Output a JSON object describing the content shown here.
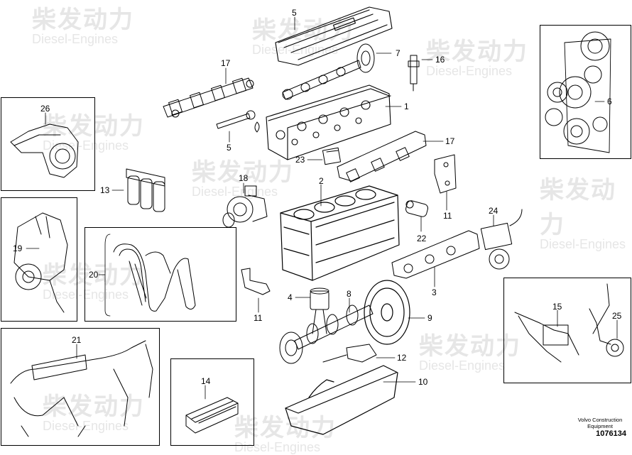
{
  "watermark": {
    "cn": "柴发动力",
    "en": "Diesel-Engines"
  },
  "caption_lines": [
    "Volvo Construction",
    "Equipment"
  ],
  "document_number": "1076134",
  "callouts": {
    "c1": "1",
    "c2": "2",
    "c3": "3",
    "c4": "4",
    "c5a": "5",
    "c5b": "5",
    "c6": "6",
    "c7": "7",
    "c8": "8",
    "c9": "9",
    "c10": "10",
    "c11a": "11",
    "c11b": "11",
    "c12": "12",
    "c13": "13",
    "c14": "14",
    "c15": "15",
    "c16": "16",
    "c17a": "17",
    "c17b": "17",
    "c19": "19",
    "c20": "20",
    "c21": "21",
    "c22": "22",
    "c23": "23",
    "c24": "24",
    "c25": "25",
    "c26": "26",
    "c18": "18"
  }
}
